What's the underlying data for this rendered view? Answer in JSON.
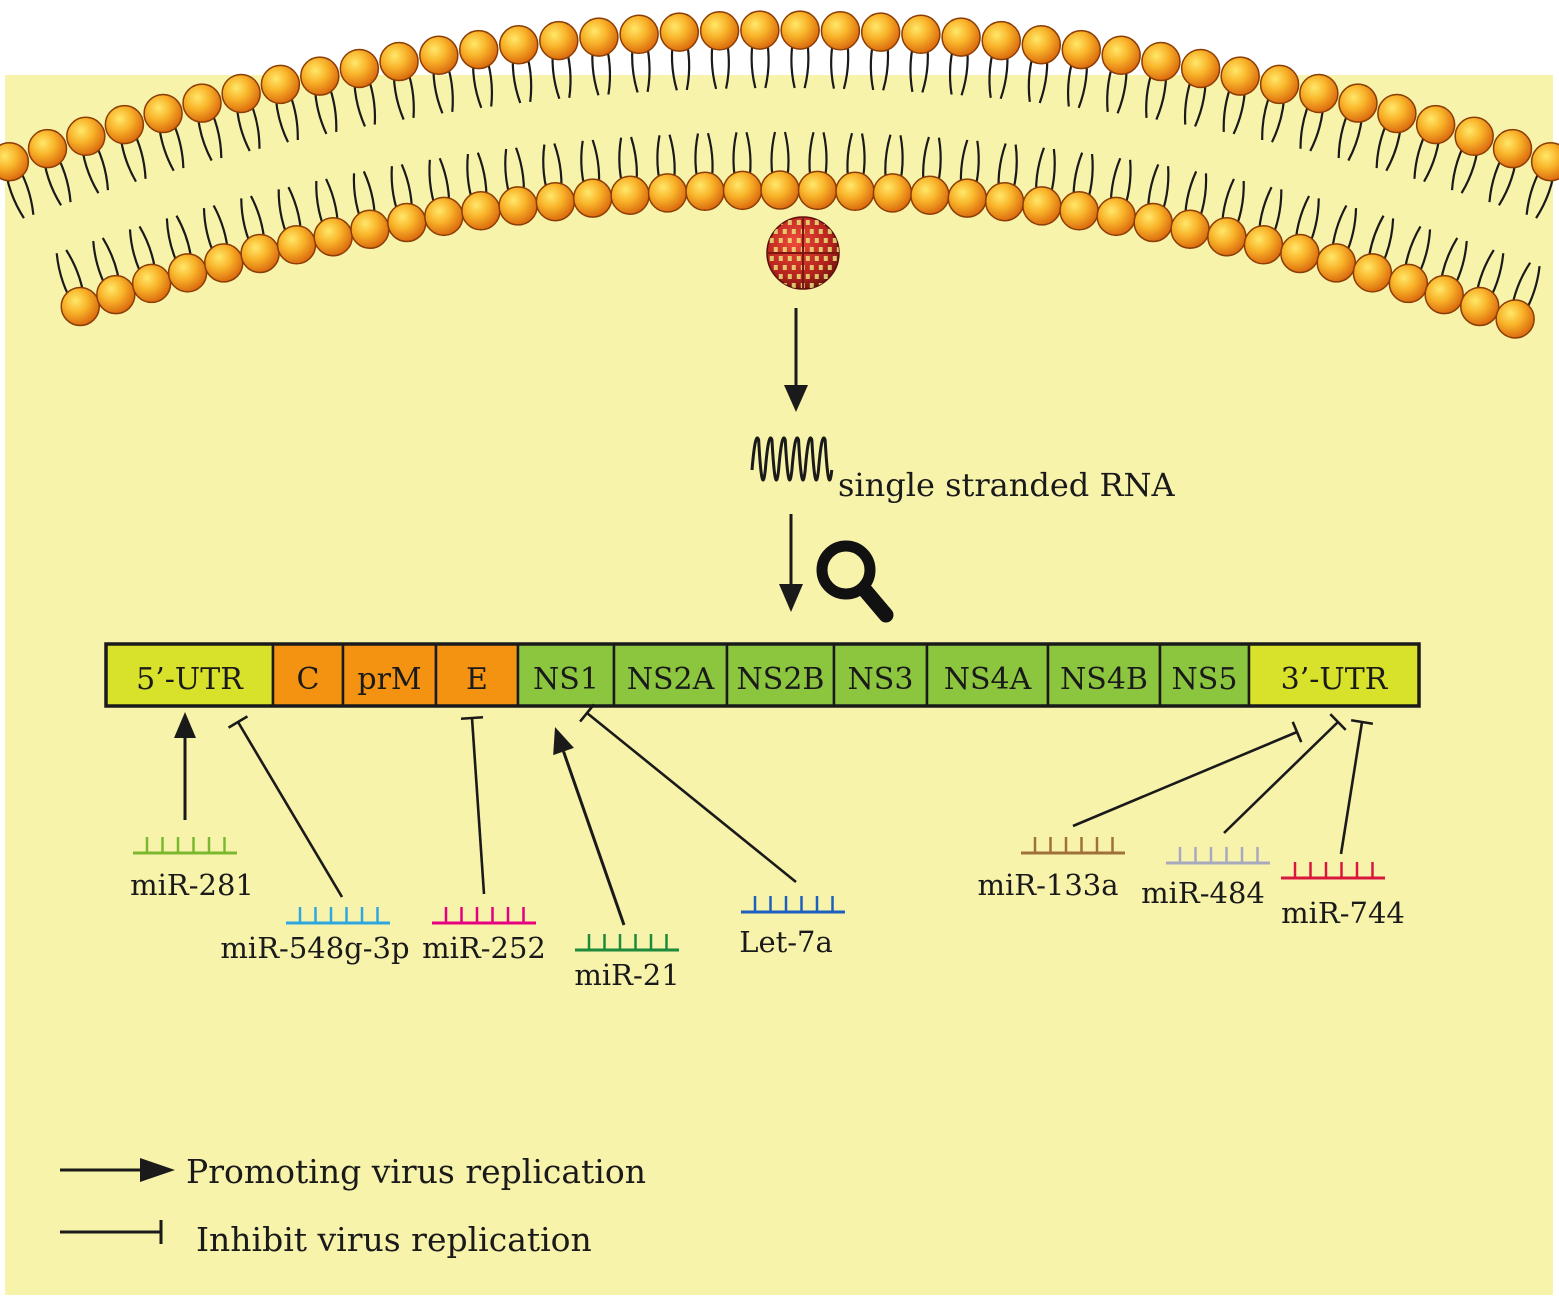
{
  "colors": {
    "cytoplasm": "#f8f3ab",
    "lipid_head": "#f5a11c",
    "lipid_head_light": "#ffe45a",
    "lipid_head_dark": "#d4620a",
    "utr": "#d9e22b",
    "structural": "#f39311",
    "nonstructural": "#8cc63f",
    "line": "#1a1a1a"
  },
  "labels": {
    "rna": "single stranded RNA"
  },
  "genome": [
    {
      "id": "5utr",
      "label": "5’-UTR",
      "kind": "utr"
    },
    {
      "id": "c",
      "label": "C",
      "kind": "structural"
    },
    {
      "id": "prm",
      "label": "prM",
      "kind": "structural"
    },
    {
      "id": "e",
      "label": "E",
      "kind": "structural"
    },
    {
      "id": "ns1",
      "label": "NS1",
      "kind": "nonstructural"
    },
    {
      "id": "ns2a",
      "label": "NS2A",
      "kind": "nonstructural"
    },
    {
      "id": "ns2b",
      "label": "NS2B",
      "kind": "nonstructural"
    },
    {
      "id": "ns3",
      "label": "NS3",
      "kind": "nonstructural"
    },
    {
      "id": "ns4a",
      "label": "NS4A",
      "kind": "nonstructural"
    },
    {
      "id": "ns4b",
      "label": "NS4B",
      "kind": "nonstructural"
    },
    {
      "id": "ns5",
      "label": "NS5",
      "kind": "nonstructural"
    },
    {
      "id": "3utr",
      "label": "3’-UTR",
      "kind": "utr"
    }
  ],
  "mirnas": [
    {
      "id": "mir-281",
      "label": "miR-281",
      "color": "#7cb82f",
      "target": "5’-UTR",
      "effect": "promote"
    },
    {
      "id": "mir-548g-3p",
      "label": "miR-548g-3p",
      "color": "#2ea7e0",
      "target": "5’-UTR",
      "effect": "inhibit"
    },
    {
      "id": "mir-252",
      "label": "miR-252",
      "color": "#e4007f",
      "target": "E",
      "effect": "inhibit"
    },
    {
      "id": "mir-21",
      "label": "miR-21",
      "color": "#1e8a3c",
      "target": "NS1",
      "effect": "promote"
    },
    {
      "id": "let-7a",
      "label": "Let-7a",
      "color": "#1d5fbf",
      "target": "NS1",
      "effect": "inhibit"
    },
    {
      "id": "mir-133a",
      "label": "miR-133a",
      "color": "#a0703a",
      "target": "3’-UTR",
      "effect": "inhibit"
    },
    {
      "id": "mir-484",
      "label": "miR-484",
      "color": "#a8a8bf",
      "target": "3’-UTR",
      "effect": "inhibit"
    },
    {
      "id": "mir-744",
      "label": "miR-744",
      "color": "#d7173f",
      "target": "3’-UTR",
      "effect": "inhibit"
    }
  ],
  "legend": {
    "promote": "Promoting virus replication",
    "inhibit": "Inhibit virus replication"
  }
}
